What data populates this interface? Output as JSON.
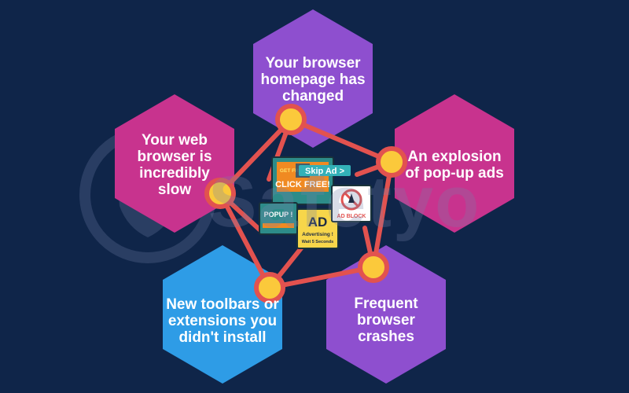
{
  "watermark": "Safetyo",
  "symptoms": [
    {
      "id": "homepage",
      "label": "Your browser homepage has changed",
      "color": "#8e4fcf"
    },
    {
      "id": "popups",
      "label": "An explosion of pop-up ads",
      "color": "#c8338e"
    },
    {
      "id": "crashes",
      "label": "Frequent browser crashes",
      "color": "#8e4fcf"
    },
    {
      "id": "toolbars",
      "label": "New toolbars or extensions you didn't install",
      "color": "#2e9ce6"
    },
    {
      "id": "slow",
      "label": "Your web browser is incredibly slow",
      "color": "#c8338e"
    }
  ],
  "center_ads": {
    "skip": "Skip Ad >",
    "get_free": "GET FREE MONEY",
    "click_free": "CLICK FREE!",
    "popup": "POPUP !",
    "ad": "AD",
    "advertising": "Advertising !",
    "wait": "Wait 5 Seconds",
    "adblock": "AD BLOCK"
  },
  "colors": {
    "background": "#0f2549",
    "connector": "#e2524f",
    "node_fill": "#fbc93b",
    "node_ring": "#e2524f"
  }
}
